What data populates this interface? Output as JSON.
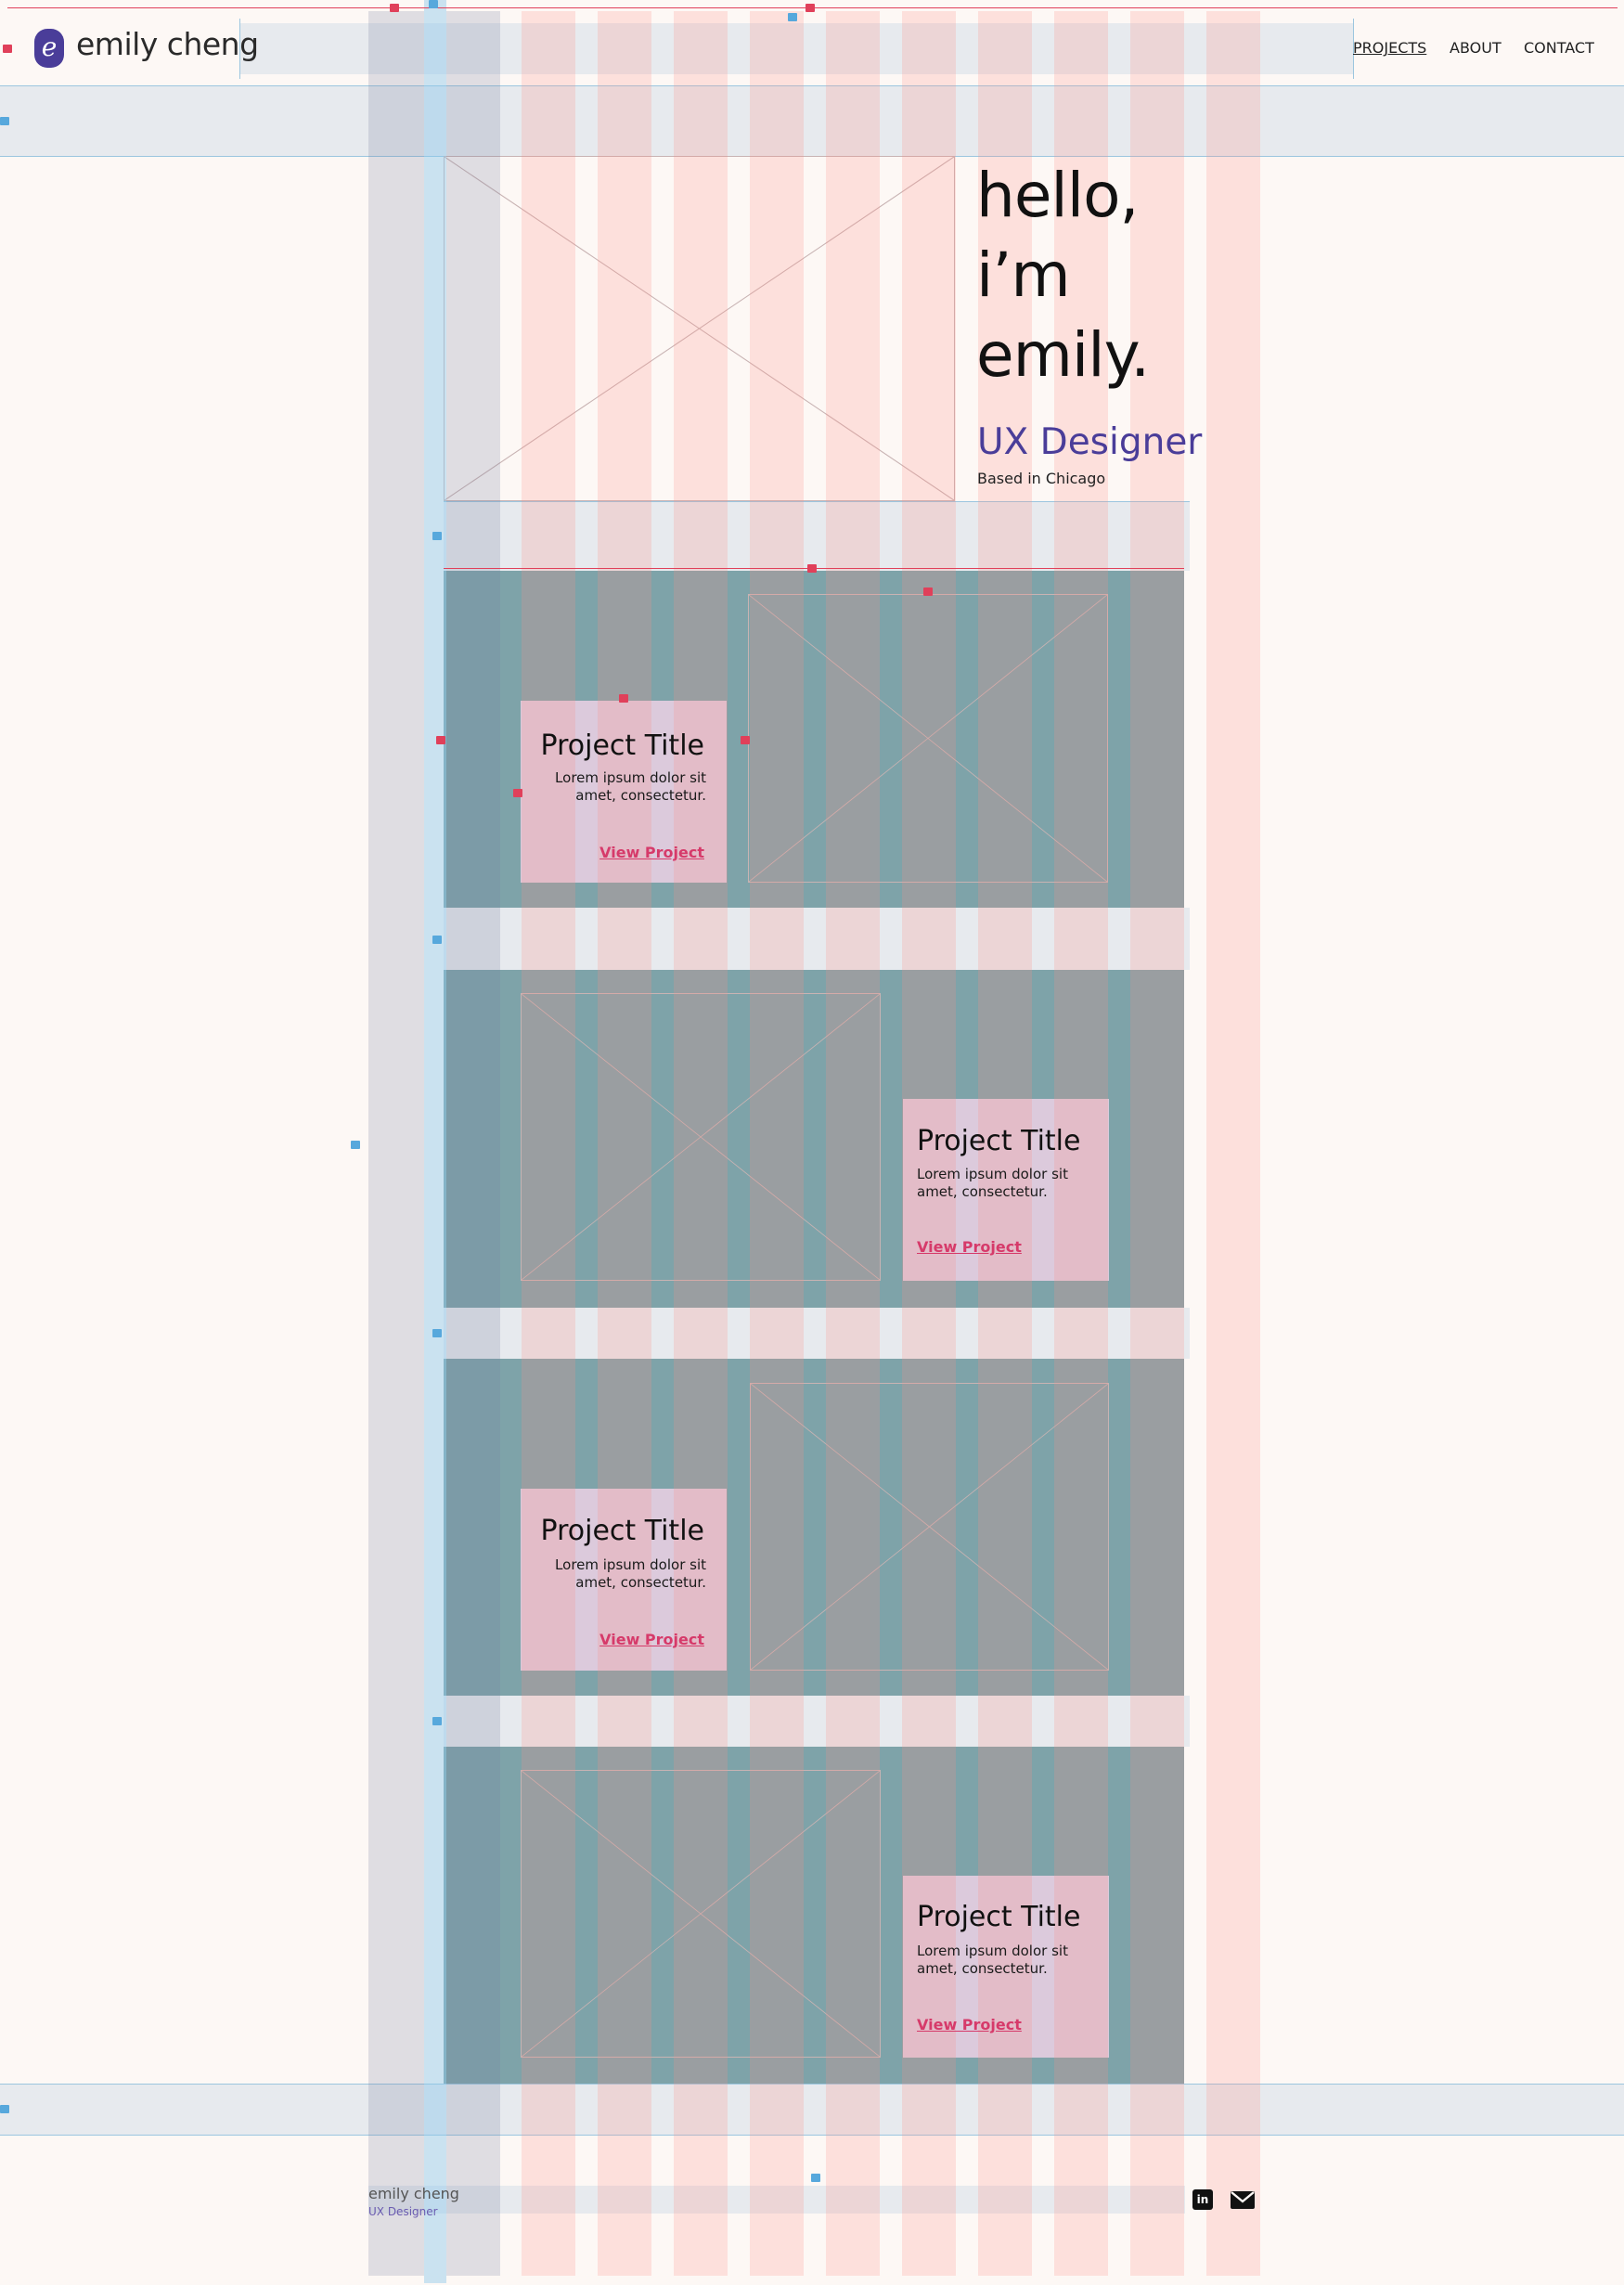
{
  "header": {
    "logo_glyph": "e",
    "brand": "emily cheng",
    "nav": [
      {
        "label": "PROJECTS",
        "active": true
      },
      {
        "label": "ABOUT",
        "active": false
      },
      {
        "label": "CONTACT",
        "active": false
      }
    ]
  },
  "hero": {
    "greeting_lines": [
      "hello,",
      "i’m",
      "emily."
    ],
    "role": "UX Designer",
    "location": "Based in Chicago"
  },
  "projects": [
    {
      "title": "Project Title",
      "description": [
        "Lorem ipsum dolor sit",
        "amet, consectetur."
      ],
      "link": "View Project",
      "card_side": "left"
    },
    {
      "title": "Project Title",
      "description": [
        "Lorem ipsum dolor sit",
        "amet, consectetur."
      ],
      "link": "View Project",
      "card_side": "right"
    },
    {
      "title": "Project Title",
      "description": [
        "Lorem ipsum dolor sit",
        "amet, consectetur."
      ],
      "link": "View Project",
      "card_side": "left"
    },
    {
      "title": "Project Title",
      "description": [
        "Lorem ipsum dolor sit",
        "amet, consectetur."
      ],
      "link": "View Project",
      "card_side": "right"
    }
  ],
  "footer": {
    "name": "emily cheng",
    "role": "UX Designer",
    "icons": [
      "linkedin-icon",
      "mail-icon"
    ],
    "linkedin_glyph": "in"
  },
  "colors": {
    "background": "#fdf8f5",
    "accent_purple": "#4a3d99",
    "link_pink": "#d63a6a",
    "section_teal": "#7ea3a9",
    "card_lavender": "#dccadc"
  }
}
